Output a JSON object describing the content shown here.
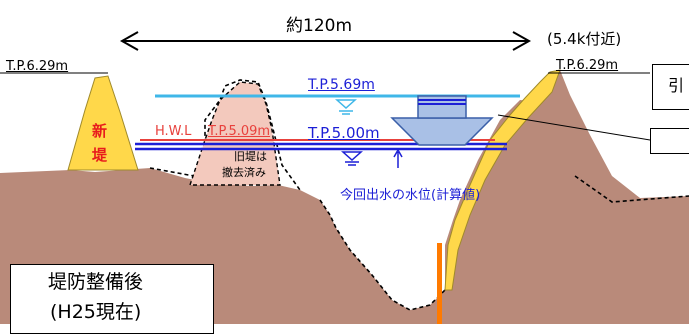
{
  "width_label": "約120m",
  "location_label": "(5.4k付近)",
  "tp_left": "T.P.6.29m",
  "tp_right": "T.P.6.29m",
  "tp_upper": "T.P.5.69m",
  "hwl_label": "H.W.L",
  "tp_hwl": "T.P.5.09m",
  "tp_lower": "T.P.5.00m",
  "new_levee": [
    "新",
    "堤"
  ],
  "old_levee": [
    "旧堤は",
    "撤去済み"
  ],
  "flood_note": "今回出水の水位(計算値)",
  "callout_partial": "引",
  "status": [
    "堤防整備後",
    "(H25現在)"
  ],
  "colors": {
    "upper_line": "#3fb7e8",
    "hwl": "#e8413c",
    "lower_line": "#1c1fd6",
    "ground": "#b98a7a",
    "levee": "#ffd84a",
    "new_levee_text": "#e81c1c",
    "old_levee_fill": "#f3c9bd",
    "arrow_fill": "#a9c0e6",
    "arrow_stroke": "#3a5fa8",
    "wall": "#ff7a00",
    "note_text": "#1c1fd6"
  }
}
